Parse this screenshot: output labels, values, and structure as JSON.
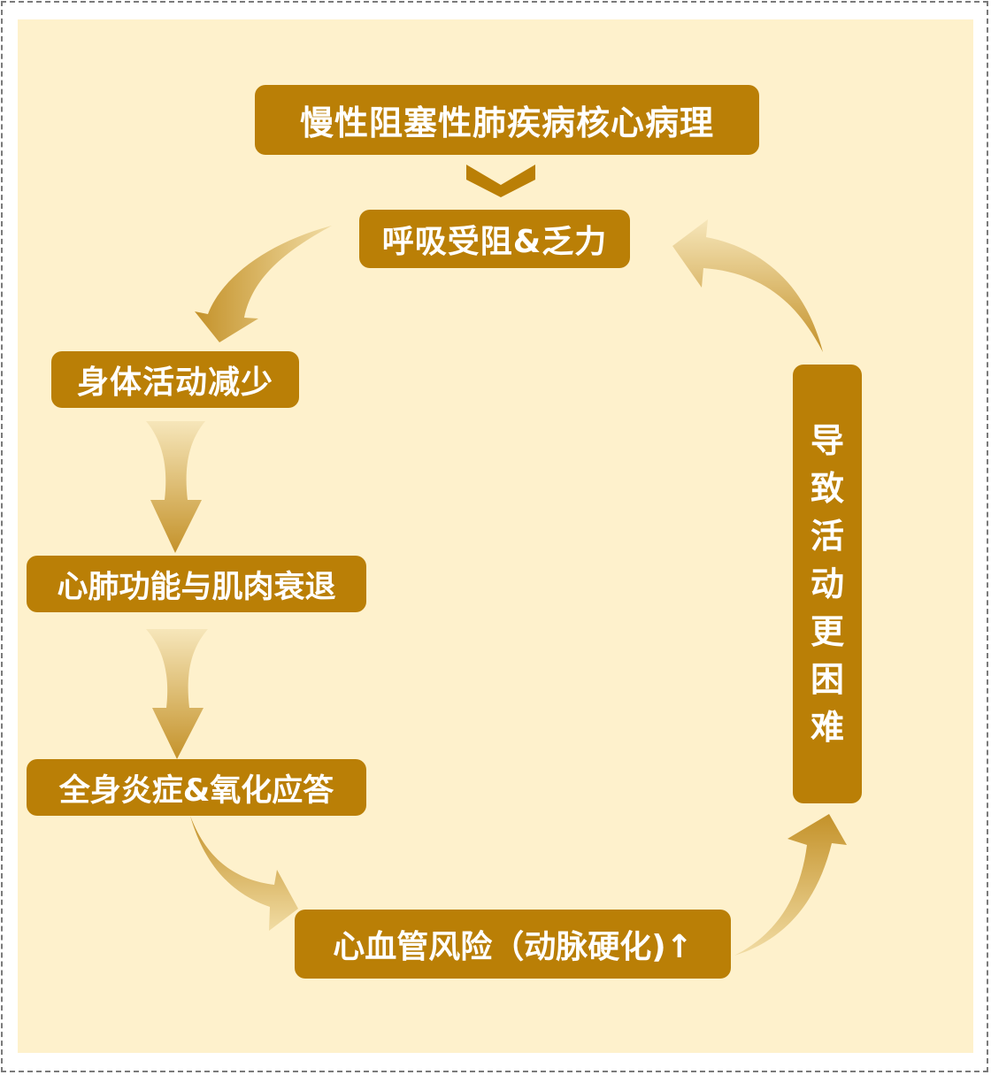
{
  "title": "慢性阻塞性肺疾病核心病理",
  "nodes": {
    "breathing": "呼吸受阻&乏力",
    "activity": "身体活动减少",
    "decline": "心肺功能与肌肉衰退",
    "inflammation": "全身炎症&氧化应答",
    "cardio": "心血管风险（动脉硬化)↑",
    "harder": [
      "导",
      "致",
      "活",
      "动",
      "更",
      "困",
      "难"
    ]
  },
  "colors": {
    "box": "#BA7F06",
    "background": "#FEF1CC",
    "arrow_dark": "#C4922A",
    "arrow_light": "#F1DCA4"
  }
}
